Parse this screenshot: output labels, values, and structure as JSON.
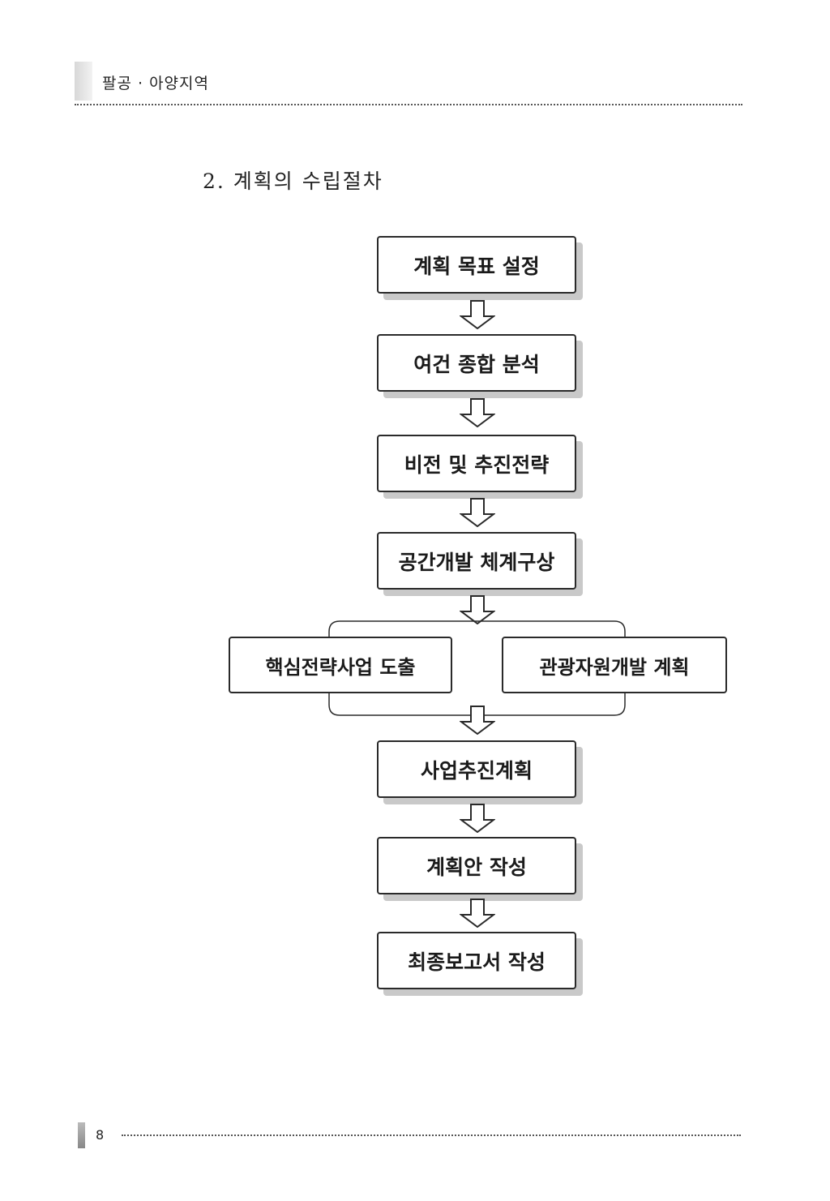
{
  "header": {
    "running_head": "팔공 · 아양지역"
  },
  "section": {
    "heading": "2. 계획의 수립절차"
  },
  "flowchart": {
    "steps": [
      "계획 목표 설정",
      "여건 종합 분석",
      "비전 및 추진전략",
      "공간개발 체계구상"
    ],
    "branches": [
      "핵심전략사업 도출",
      "관광자원개발 계획"
    ],
    "final_steps": [
      "사업추진계획",
      "계획안 작성",
      "최종보고서 작성"
    ]
  },
  "footer": {
    "page_number": "8"
  },
  "colors": {
    "box_border": "#2a2a2a",
    "box_shadow": "#c9c9c9",
    "rule": "#555555"
  }
}
